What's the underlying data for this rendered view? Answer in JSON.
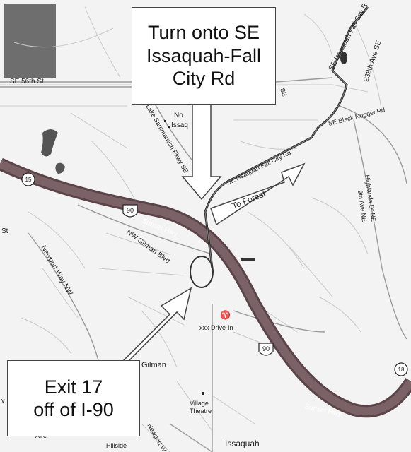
{
  "callouts": {
    "turn": {
      "line1": "Turn onto SE",
      "line2": "Issaquah-Fall",
      "line3": "City Rd"
    },
    "exit": {
      "line1": "Exit 17",
      "line2": "off of I-90"
    }
  },
  "route_arrow_label": "To Forest",
  "roads": {
    "se_56th": "SE 56th St",
    "issaquah_fall_city_top": "SE Issaquah Fall City R",
    "ave_238th": "238th Ave SE",
    "black_nugget": "SE Black Nugget Rd",
    "issaquah_fall_city_mid": "SE Issaquah Fall City Rd",
    "lake_sammamish": "Lake Sammamish Pkwy SE",
    "highlands": "Highlands Dr NE",
    "ave_9th": "9th Ave NE",
    "sunset_hwy_1": "Sunset Hwy",
    "sunset_hwy_2": "Sunset Hwy",
    "nw_gilman": "NW Gilman Blvd",
    "newport_way": "Newport Way NW",
    "newport_bottom": "Newport W",
    "st_left": "St",
    "se_partial": "SE"
  },
  "shields": {
    "i90_a": "90",
    "i90_b": "90",
    "sr15": "15",
    "sr18": "18"
  },
  "places": {
    "north_issaquah_1": "No",
    "north_issaquah_2": "Issaq",
    "drive_in": "xxx Drive-In",
    "gilman": "Gilman",
    "village_theatre_1": "Village",
    "village_theatre_2": "Theatre",
    "issaquah": "Issaquah",
    "hillside": "Hillside",
    "aire": "Aire",
    "left_v": "v"
  },
  "colors": {
    "freeway": "#5a4448",
    "route": "#2a2a2a",
    "paper": "#f3f3f3"
  }
}
